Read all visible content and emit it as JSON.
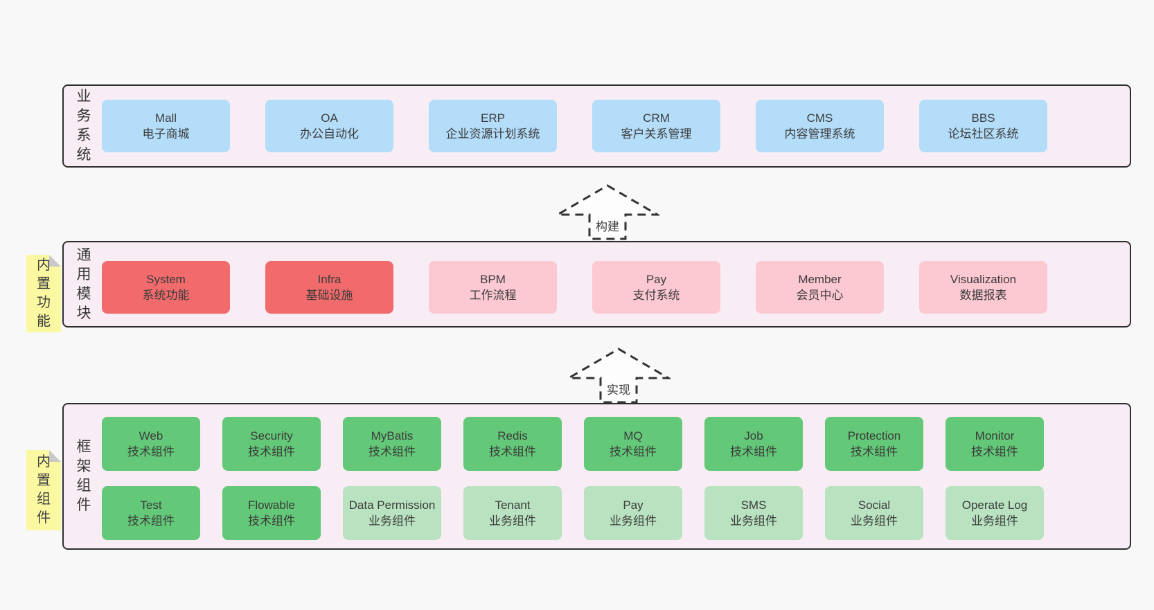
{
  "colors": {
    "page": "#f8f8f8",
    "container": "#f8edf5",
    "blue": "#b4ddfa",
    "red": "#f16b6c",
    "pink": "#fcc8d2",
    "green": "#63c878",
    "lightgreen": "#b9e3c0",
    "yellow": "#fbf8a2",
    "fold": "#c8c8c8"
  },
  "arrows": [
    {
      "label": "构建"
    },
    {
      "label": "实现"
    }
  ],
  "layers": [
    {
      "name": "business-systems",
      "side_label": "业务系统",
      "tab": null,
      "rows": [
        [
          {
            "title": "Mall",
            "subtitle": "电子商城",
            "color": "blue"
          },
          {
            "title": "OA",
            "subtitle": "办公自动化",
            "color": "blue"
          },
          {
            "title": "ERP",
            "subtitle": "企业资源计划系统",
            "color": "blue"
          },
          {
            "title": "CRM",
            "subtitle": "客户关系管理",
            "color": "blue"
          },
          {
            "title": "CMS",
            "subtitle": "内容管理系统",
            "color": "blue"
          },
          {
            "title": "BBS",
            "subtitle": "论坛社区系统",
            "color": "blue"
          }
        ]
      ]
    },
    {
      "name": "common-modules",
      "side_label": "通用模块",
      "tab": "内置功能",
      "rows": [
        [
          {
            "title": "System",
            "subtitle": "系统功能",
            "color": "red"
          },
          {
            "title": "Infra",
            "subtitle": "基础设施",
            "color": "red"
          },
          {
            "title": "BPM",
            "subtitle": "工作流程",
            "color": "pink"
          },
          {
            "title": "Pay",
            "subtitle": "支付系统",
            "color": "pink"
          },
          {
            "title": "Member",
            "subtitle": "会员中心",
            "color": "pink"
          },
          {
            "title": "Visualization",
            "subtitle": "数据报表",
            "color": "pink"
          }
        ]
      ]
    },
    {
      "name": "framework-components",
      "side_label": "框架组件",
      "tab": "内置组件",
      "rows": [
        [
          {
            "title": "Web",
            "subtitle": "技术组件",
            "color": "green"
          },
          {
            "title": "Security",
            "subtitle": "技术组件",
            "color": "green"
          },
          {
            "title": "MyBatis",
            "subtitle": "技术组件",
            "color": "green"
          },
          {
            "title": "Redis",
            "subtitle": "技术组件",
            "color": "green"
          },
          {
            "title": "MQ",
            "subtitle": "技术组件",
            "color": "green"
          },
          {
            "title": "Job",
            "subtitle": "技术组件",
            "color": "green"
          },
          {
            "title": "Protection",
            "subtitle": "技术组件",
            "color": "green"
          },
          {
            "title": "Monitor",
            "subtitle": "技术组件",
            "color": "green"
          }
        ],
        [
          {
            "title": "Test",
            "subtitle": "技术组件",
            "color": "green"
          },
          {
            "title": "Flowable",
            "subtitle": "技术组件",
            "color": "green"
          },
          {
            "title": "Data Permission",
            "subtitle": "业务组件",
            "color": "lightgreen"
          },
          {
            "title": "Tenant",
            "subtitle": "业务组件",
            "color": "lightgreen"
          },
          {
            "title": "Pay",
            "subtitle": "业务组件",
            "color": "lightgreen"
          },
          {
            "title": "SMS",
            "subtitle": "业务组件",
            "color": "lightgreen"
          },
          {
            "title": "Social",
            "subtitle": "业务组件",
            "color": "lightgreen"
          },
          {
            "title": "Operate Log",
            "subtitle": "业务组件",
            "color": "lightgreen"
          }
        ]
      ]
    }
  ]
}
